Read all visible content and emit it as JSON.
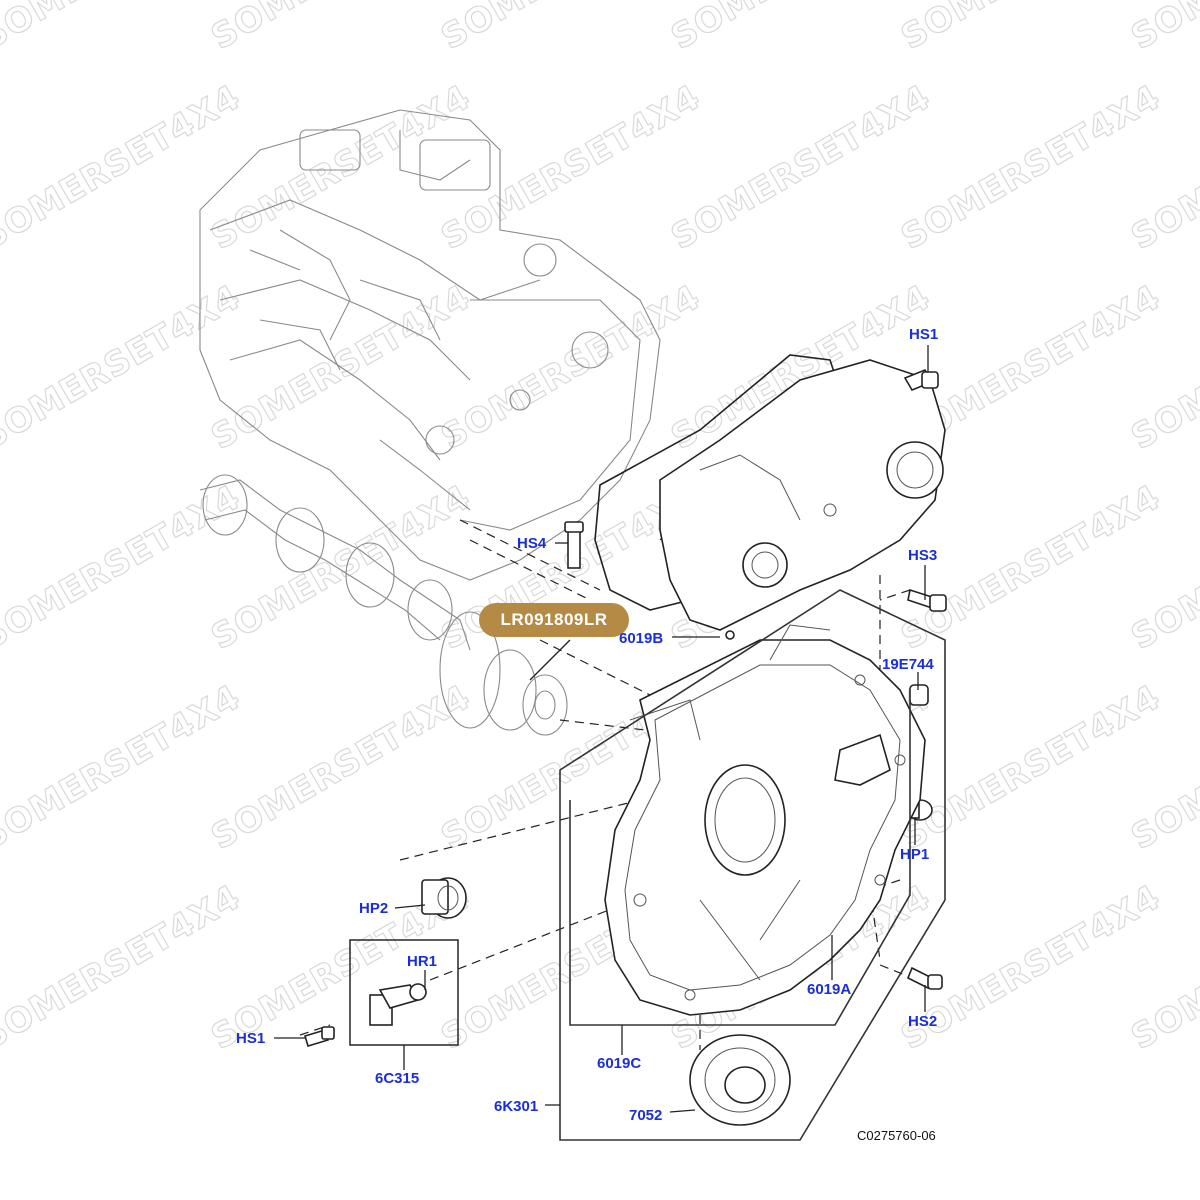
{
  "watermark": "SOMERSET4X4",
  "part_badge": "LR091809LR",
  "drawing_ref": "C0275760-06",
  "callouts": {
    "hs1_top": "HS1",
    "hs4": "HS4",
    "hs3": "HS3",
    "p19e744": "19E744",
    "p6019b": "6019B",
    "hp1": "HP1",
    "hp2": "HP2",
    "hr1": "HR1",
    "hs1_bottom": "HS1",
    "p6c315": "6C315",
    "p6019a": "6019A",
    "hs2": "HS2",
    "p6019c": "6019C",
    "p6k301": "6K301",
    "p7052": "7052"
  },
  "colors": {
    "callout_text": "#1b2fd6",
    "badge_bg": "#b58a45",
    "watermark": "#d9d9d9"
  }
}
